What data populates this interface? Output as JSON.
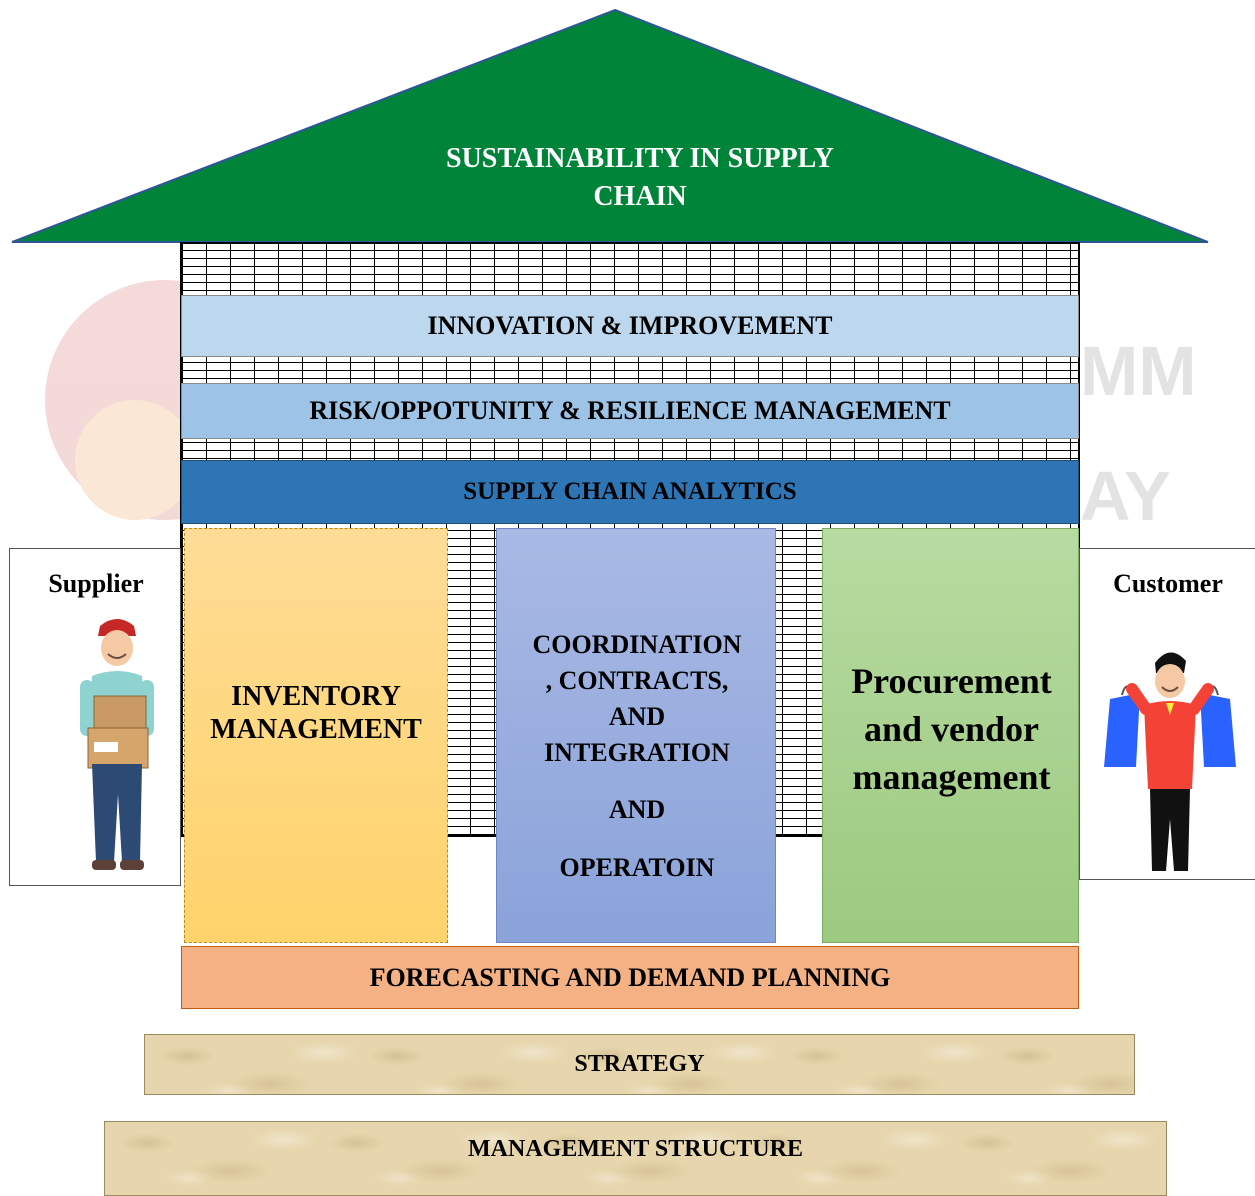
{
  "roof": {
    "title": "SUSTAINABILITY IN SUPPLY\nCHAIN",
    "color": "#00843a"
  },
  "bands": {
    "innovation": "INNOVATION & IMPROVEMENT",
    "risk": "RISK/OPPOTUNITY & RESILIENCE MANAGEMENT",
    "analytics": "SUPPLY CHAIN ANALYTICS",
    "forecasting": "FORECASTING AND DEMAND PLANNING"
  },
  "pillars": {
    "inventory": "INVENTORY\nMANAGEMENT",
    "coordination_1": "COORDINATION\n, CONTRACTS,\nAND\nINTEGRATION",
    "coordination_2": "AND",
    "coordination_3": "OPERATOIN",
    "procurement": "Procurement\nand vendor\nmanagement"
  },
  "foundation": {
    "strategy": "STRATEGY",
    "management": "MANAGEMENT STRUCTURE"
  },
  "sides": {
    "supplier": "Supplier",
    "customer": "Customer"
  },
  "colors": {
    "innovation": "#bdd7ee",
    "risk": "#9dc3e6",
    "analytics": "#2e75b6",
    "forecasting": "#f4b183",
    "inventory": "#ffd97f",
    "coordination": "#8faadc",
    "procurement": "#a9d18e"
  }
}
